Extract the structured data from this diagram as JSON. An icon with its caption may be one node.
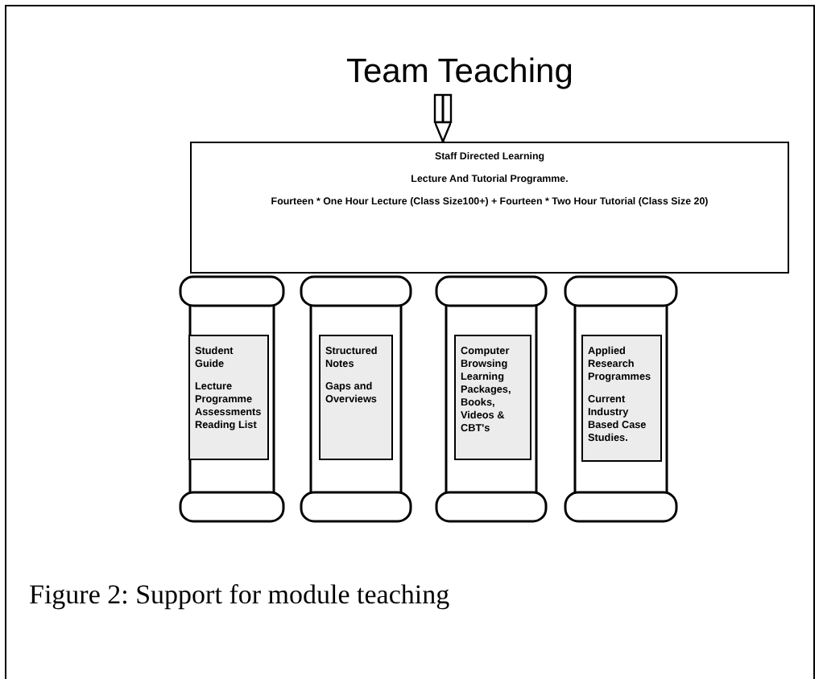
{
  "diagram": {
    "caption": "Figure 2: Support for module teaching",
    "nodes": [
      {
        "text": [
          "Team Teaching"
        ]
      },
      {
        "text": [
          "Staff Directed Learning",
          "Lecture And Tutorial Programme.",
          "Fourteen * One Hour Lecture (Class Size100+) + Fourteen * Two Hour Tutorial (Class Size 20)"
        ]
      },
      {
        "text": [
          "Student Guide",
          "Lecture Programme Assessments Reading List"
        ]
      },
      {
        "text": [
          "Structured Notes",
          "Gaps and Overviews"
        ]
      },
      {
        "text": [
          "Computer Browsing Learning Packages, Books, Videos & CBT's"
        ]
      },
      {
        "text": [
          "Applied Research Programmes",
          "Current Industry Based Case Studies."
        ]
      }
    ],
    "edges": [
      {
        "from": 0,
        "to": 1,
        "arrow": "to"
      }
    ]
  }
}
